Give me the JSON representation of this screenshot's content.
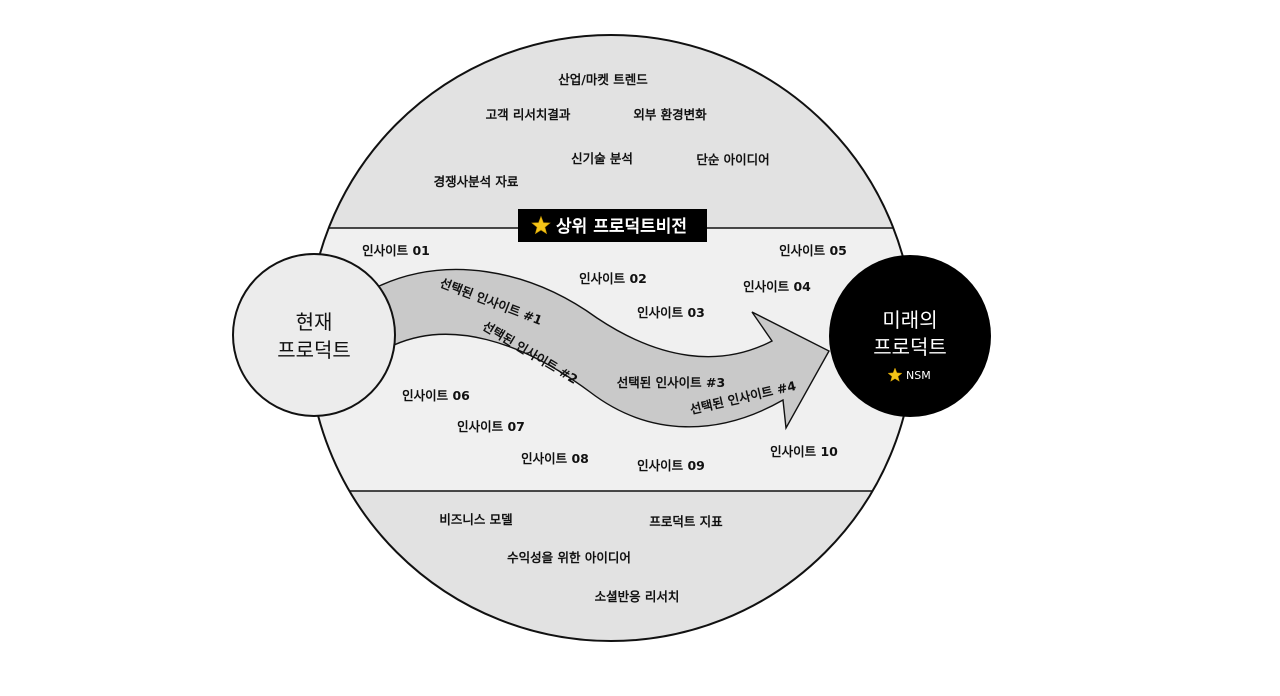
{
  "top_band": {
    "items": [
      "산업/마켓 트렌드",
      "고객 리서치결과",
      "외부 환경변화",
      "신기술 분석",
      "단순 아이디어",
      "경쟁사분석 자료"
    ]
  },
  "vision_banner": {
    "icon": "star-icon",
    "label": "상위 프로덕트비전"
  },
  "middle_band": {
    "insights": [
      "인사이트 01",
      "인사이트 02",
      "인사이트 03",
      "인사이트 04",
      "인사이트 05",
      "인사이트 06",
      "인사이트 07",
      "인사이트 08",
      "인사이트 09",
      "인사이트 10"
    ],
    "selected": [
      "선택된 인사이트 #1",
      "선택된 인사이트 #2",
      "선택된 인사이트 #3",
      "선택된 인사이트 #4"
    ]
  },
  "bottom_band": {
    "items": [
      "비즈니스 모델",
      "프로덕트 지표",
      "수익성을 위한 아이디어",
      "소셜반응 리서치"
    ]
  },
  "current_node": {
    "line1": "현재",
    "line2": "프로덕트"
  },
  "future_node": {
    "line1": "미래의",
    "line2": "프로덕트",
    "badge_icon": "star-icon",
    "badge": "NSM"
  },
  "colors": {
    "band_outer": "#e2e2e2",
    "band_middle": "#f0f0f0",
    "arrow_fill": "#c9c9c9",
    "current_fill": "#ececec",
    "future_fill": "#000000",
    "vision_bg": "#000000",
    "star": "#f5c518",
    "stroke": "#111111"
  }
}
